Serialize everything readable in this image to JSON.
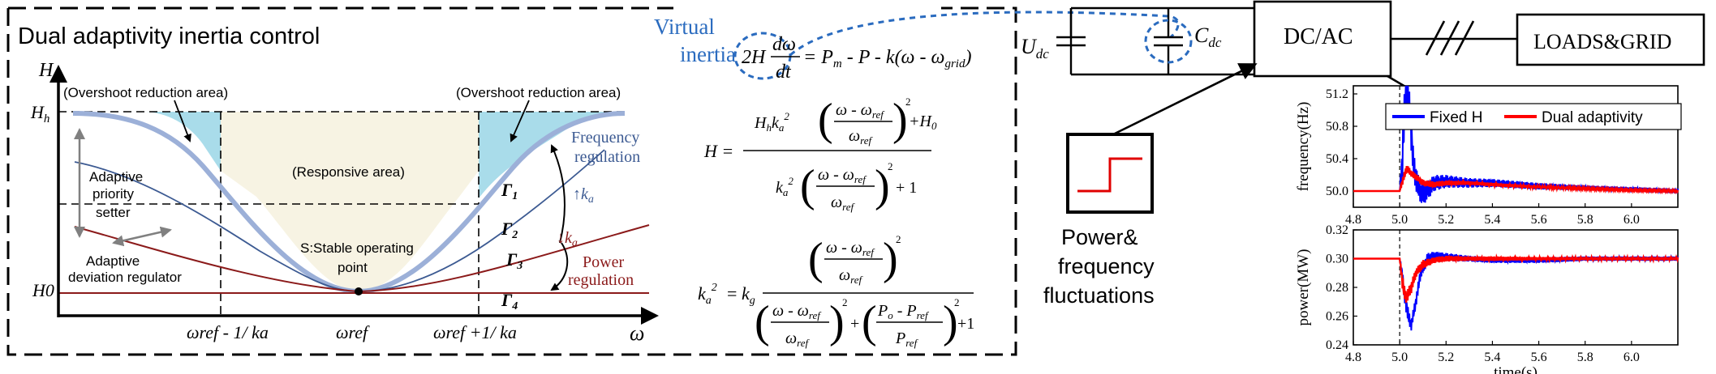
{
  "left_panel": {
    "title": "Dual adaptivity inertia control",
    "y_axis_label": "H",
    "x_axis_label": "ω",
    "hh_label": "H",
    "hh_sub": "h",
    "h0_label": "H0",
    "overshoot_left": "(Overshoot reduction area)",
    "overshoot_right": "(Overshoot reduction area)",
    "responsive": "(Responsive area)",
    "stable_point": [
      "S:Stable operating",
      "point"
    ],
    "adaptive_priority": [
      "Adaptive",
      "priority",
      "setter"
    ],
    "adaptive_deviation": [
      "Adaptive",
      "deviation regulator"
    ],
    "frequency_regulation": [
      "Frequency",
      "regulation"
    ],
    "power_regulation": [
      "Power",
      "regulation"
    ],
    "ka_up": "↑k",
    "ka_down": "↓k",
    "ka_sub": "a",
    "gammas": [
      {
        "main": "Γ",
        "sub": "1"
      },
      {
        "main": "Γ",
        "sub": "2"
      },
      {
        "main": "Γ",
        "sub": "3"
      },
      {
        "main": "Γ",
        "sub": "4"
      }
    ],
    "x_ticks": [
      "ωref - 1/ ka",
      "ωref",
      "ωref +1/ ka"
    ]
  },
  "formulas": {
    "virtual_inertia_label": [
      "Virtual",
      "inertia"
    ],
    "swing_eq": {
      "lhs": "2H",
      "num": "dω",
      "den": "dt",
      "rhs": "= P",
      "rhs_m": "m",
      "rhs_rest": " - P - k(ω - ω",
      "rhs_grid": "grid",
      "rhs_end": ")"
    },
    "h_eq": {
      "lhs": "H =",
      "num": "H",
      "num_sub": "h",
      "num_ka": "k",
      "num_ka_sub": "a",
      "num_sq": "2",
      "frac_num": "ω - ω",
      "frac_num_sub": "ref",
      "frac_den": "ω",
      "frac_den_sub": "ref",
      "plus_h0": "+H",
      "h0_sub": "0",
      "den_plus": "+  1"
    },
    "ka_eq": {
      "lhs": "k",
      "lhs_sub": "a",
      "lhs_sq": "2",
      "eq": "=",
      "kg": "k",
      "kg_sub": "g",
      "p_num": "P",
      "p_num_sub1": "o",
      "p_num_mid": " - P",
      "p_num_sub2": "ref",
      "p_den": "P",
      "p_den_sub": "ref",
      "plus_one": "+1",
      "plus": "+"
    }
  },
  "circuit": {
    "udc": "U",
    "udc_sub": "dc",
    "cdc": "C",
    "cdc_sub": "dc",
    "dcac": "DC/AC",
    "loads_grid": "LOADS&GRID",
    "fluctuations": [
      "Power&",
      "frequency",
      "fluctuations"
    ]
  },
  "colors": {
    "blue_fill": "#a9dcea",
    "beige_fill": "#f7f3e3",
    "curve_thick": "#9cb0d8",
    "blue_dark": "#3c5a92",
    "red_dark": "#8b1a1a",
    "accent_blue": "#2a6bbf",
    "fixed_h": "#0000ff",
    "dual_adapt": "#ff0000"
  },
  "chart_data": [
    {
      "type": "line",
      "ylabel": "frequency(Hz)",
      "xlabel": "",
      "xlim": [
        4.8,
        6.2
      ],
      "ylim": [
        49.8,
        51.3
      ],
      "x_ticks": [
        "4.8",
        "5.0",
        "5.2",
        "5.4",
        "5.6",
        "5.8",
        "6.0"
      ],
      "y_ticks": [
        "50.0",
        "50.4",
        "50.8",
        "51.2"
      ],
      "event_x": 5.0,
      "series": [
        {
          "name": "Fixed H",
          "color": "#0000ff",
          "x": [
            4.8,
            5.0,
            5.01,
            5.02,
            5.03,
            5.04,
            5.05,
            5.06,
            5.08,
            5.1,
            5.15,
            5.2,
            5.3,
            5.4,
            5.6,
            5.8,
            6.0,
            6.2
          ],
          "y": [
            50.0,
            50.0,
            50.3,
            50.9,
            51.25,
            51.1,
            50.7,
            50.3,
            50.05,
            49.95,
            50.1,
            50.12,
            50.1,
            50.1,
            50.06,
            50.04,
            50.02,
            50.0
          ],
          "osc_amp": [
            0.0,
            0.0,
            0.25,
            0.3,
            0.25,
            0.22,
            0.2,
            0.18,
            0.15,
            0.13,
            0.1,
            0.08,
            0.06,
            0.05,
            0.04,
            0.03,
            0.03,
            0.03
          ]
        },
        {
          "name": "Dual adaptivity",
          "color": "#ff0000",
          "x": [
            4.8,
            5.0,
            5.01,
            5.03,
            5.05,
            5.08,
            5.1,
            5.15,
            5.2,
            5.3,
            5.4,
            5.6,
            5.8,
            6.0,
            6.2
          ],
          "y": [
            50.0,
            50.0,
            50.1,
            50.28,
            50.22,
            50.15,
            50.1,
            50.08,
            50.1,
            50.1,
            50.08,
            50.05,
            50.03,
            50.01,
            50.0
          ],
          "osc_amp": [
            0.0,
            0.0,
            0.04,
            0.05,
            0.04,
            0.04,
            0.04,
            0.035,
            0.03,
            0.02,
            0.02,
            0.015,
            0.012,
            0.01,
            0.01
          ]
        }
      ]
    },
    {
      "type": "line",
      "ylabel": "power(MW)",
      "xlabel": "time(s)",
      "xlim": [
        4.8,
        6.2
      ],
      "ylim": [
        0.24,
        0.32
      ],
      "x_ticks": [
        "4.8",
        "5.0",
        "5.2",
        "5.4",
        "5.6",
        "5.8",
        "6.0"
      ],
      "y_ticks": [
        "0.24",
        "0.26",
        "0.28",
        "0.30",
        "0.32"
      ],
      "event_x": 5.0,
      "series": [
        {
          "name": "Fixed H",
          "color": "#0000ff",
          "x": [
            4.8,
            5.0,
            5.01,
            5.02,
            5.04,
            5.05,
            5.07,
            5.09,
            5.12,
            5.15,
            5.2,
            5.3,
            5.4,
            5.6,
            5.8,
            6.0,
            6.2
          ],
          "y": [
            0.3,
            0.3,
            0.29,
            0.275,
            0.258,
            0.254,
            0.27,
            0.29,
            0.3,
            0.302,
            0.301,
            0.3,
            0.299,
            0.299,
            0.3,
            0.3,
            0.3
          ],
          "osc_amp": [
            0.0,
            0.0,
            0.005,
            0.006,
            0.005,
            0.004,
            0.004,
            0.004,
            0.004,
            0.003,
            0.003,
            0.002,
            0.002,
            0.002,
            0.0015,
            0.0015,
            0.0015
          ]
        },
        {
          "name": "Dual adaptivity",
          "color": "#ff0000",
          "x": [
            4.8,
            5.0,
            5.01,
            5.02,
            5.03,
            5.05,
            5.07,
            5.1,
            5.15,
            5.2,
            5.3,
            5.4,
            5.6,
            5.8,
            6.0,
            6.2
          ],
          "y": [
            0.3,
            0.3,
            0.286,
            0.276,
            0.273,
            0.28,
            0.29,
            0.296,
            0.299,
            0.3,
            0.3,
            0.3,
            0.3,
            0.3,
            0.3,
            0.3
          ],
          "osc_amp": [
            0.0,
            0.0,
            0.005,
            0.005,
            0.004,
            0.004,
            0.003,
            0.003,
            0.002,
            0.002,
            0.0015,
            0.0015,
            0.001,
            0.001,
            0.001,
            0.001
          ]
        }
      ]
    }
  ]
}
